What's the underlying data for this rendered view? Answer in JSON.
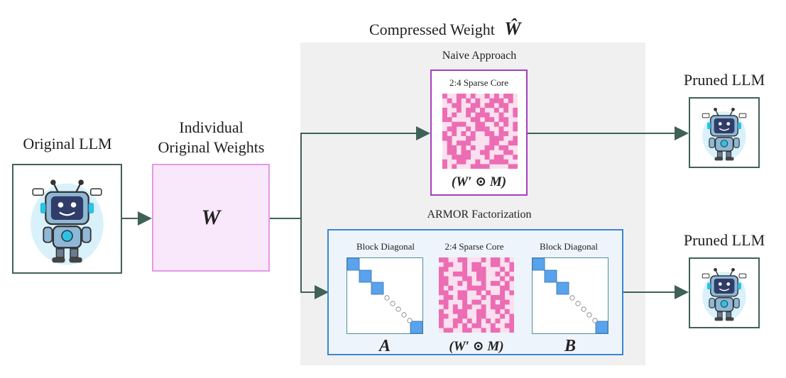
{
  "title": "Compressed Weight",
  "title_symbol": "Ŵ",
  "original_llm_label": "Original LLM",
  "weights_label_line1": "Individual",
  "weights_label_line2": "Original Weights",
  "weights_symbol": "W",
  "naive": {
    "heading": "Naive Approach",
    "core_label": "2:4 Sparse Core",
    "formula": "(W′ ⊙ M)"
  },
  "armor": {
    "heading": "ARMOR Factorization",
    "left_label": "Block Diagonal",
    "left_symbol": "A",
    "mid_label": "2:4 Sparse Core",
    "mid_formula": "(W′ ⊙ M)",
    "right_label": "Block Diagonal",
    "right_symbol": "B"
  },
  "pruned_top_label": "Pruned LLM",
  "pruned_bottom_label": "Pruned LLM",
  "colors": {
    "panel_gray": "#f0f0f1",
    "sparse_dark": "#ec6db3",
    "sparse_light": "#fbe1ef",
    "block_blue": "#5aa3ec",
    "armor_border": "#3b87d1",
    "naive_border": "#a43fbf",
    "connector": "#3f6158"
  }
}
